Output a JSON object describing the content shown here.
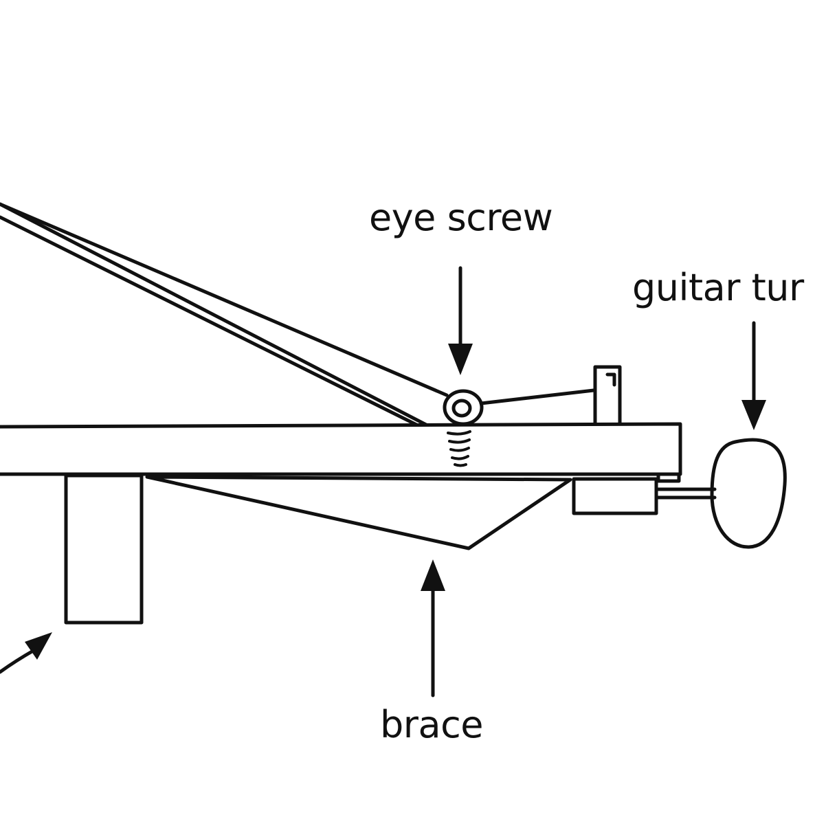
{
  "labels": {
    "eye_screw": "eye screw",
    "guitar_tuner": "guitar tur",
    "brace": "brace"
  },
  "colors": {
    "ink": "#111111",
    "background": "#ffffff"
  }
}
